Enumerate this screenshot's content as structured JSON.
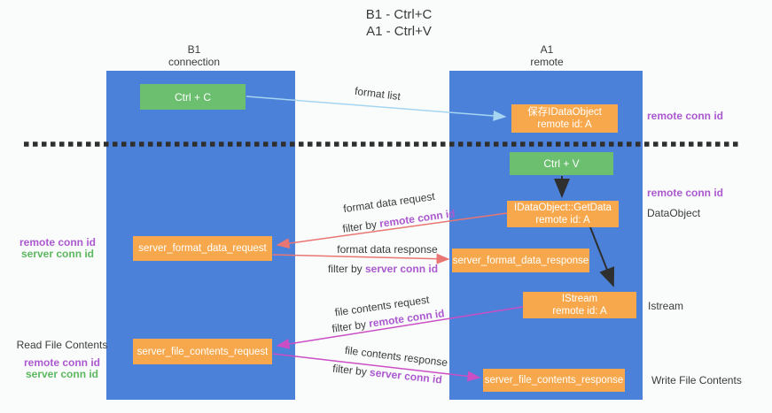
{
  "title": {
    "line1": "B1 - Ctrl+C",
    "line2": "A1 - Ctrl+V"
  },
  "columns": {
    "left": {
      "name": "B1",
      "type": "connection"
    },
    "right": {
      "name": "A1",
      "type": "remote"
    }
  },
  "nodes": {
    "ctrl_c": {
      "label": "Ctrl + C"
    },
    "ctrl_v": {
      "label": "Ctrl + V"
    },
    "save_dataobject": {
      "line1": "保存IDataObject",
      "line2": "remote id: A"
    },
    "getdata": {
      "line1": "IDataObject::GetData",
      "line2": "remote id: A"
    },
    "istream": {
      "line1": "IStream",
      "line2": "remote id: A"
    },
    "server_format_data_request": {
      "label": "server_format_data_request"
    },
    "server_format_data_response": {
      "label": "server_format_data_response"
    },
    "server_file_contents_request": {
      "label": "server_file_contents_request"
    },
    "server_file_contents_response": {
      "label": "server_file_contents_response"
    }
  },
  "flows": {
    "format_list": {
      "label": "format list"
    },
    "format_data_request": {
      "label": "format data request",
      "filter_prefix": "filter by ",
      "filter_key": "remote conn id"
    },
    "format_data_response": {
      "label": "format data response",
      "filter_prefix": "filter by ",
      "filter_key": "server conn id"
    },
    "file_contents_request": {
      "label": "file contents request",
      "filter_prefix": "filter by ",
      "filter_key": "remote conn id"
    },
    "file_contents_response": {
      "label": "file contents response",
      "filter_prefix": "filter by ",
      "filter_key": "server conn id"
    }
  },
  "side_labels": {
    "right_conn_top": "remote conn id",
    "right_conn_mid": "remote conn id",
    "data_object": "DataObject",
    "istream": "Istream",
    "write_file": "Write File Contents",
    "left_remote_1": "remote conn id",
    "left_server_1": "server conn id",
    "read_file": "Read File Contents",
    "left_remote_2": "remote conn id",
    "left_server_2": "server conn id"
  },
  "colors": {
    "column_blue": "#4b81d8",
    "node_orange": "#f8a84c",
    "node_green": "#6bbf6e",
    "arrow_light_blue": "#a6d5f2",
    "arrow_red": "#e97673",
    "arrow_magenta": "#cb4ec5",
    "arrow_black": "#2f2f2f",
    "remote_conn_purple": "#ab59cf",
    "server_conn_green": "#5cb85f"
  }
}
